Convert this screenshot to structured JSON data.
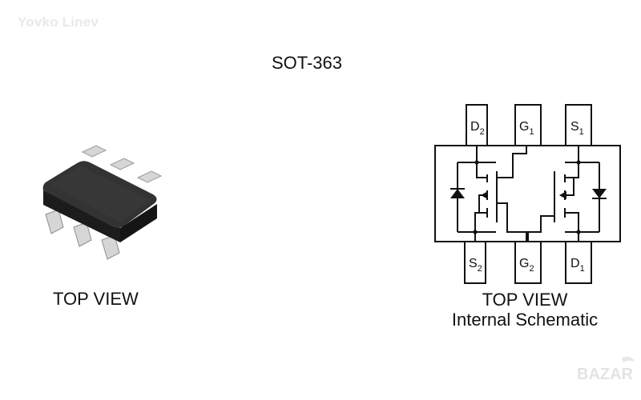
{
  "watermark": "Yovko Linev",
  "package_name": "SOT-363",
  "left_view": {
    "caption": "TOP VIEW"
  },
  "right_view": {
    "caption_line1": "TOP VIEW",
    "caption_line2": "Internal Schematic",
    "pins_top": [
      {
        "letter": "D",
        "sub": "2"
      },
      {
        "letter": "G",
        "sub": "1"
      },
      {
        "letter": "S",
        "sub": "1"
      }
    ],
    "pins_bottom": [
      {
        "letter": "S",
        "sub": "2"
      },
      {
        "letter": "G",
        "sub": "2"
      },
      {
        "letter": "D",
        "sub": "1"
      }
    ]
  },
  "corner_logo": "BAZAR",
  "colors": {
    "ink": "#111111",
    "package_body": "#2b2b2b",
    "pin_metal": "#d8d8d8",
    "watermark": "#e9e9e9"
  }
}
